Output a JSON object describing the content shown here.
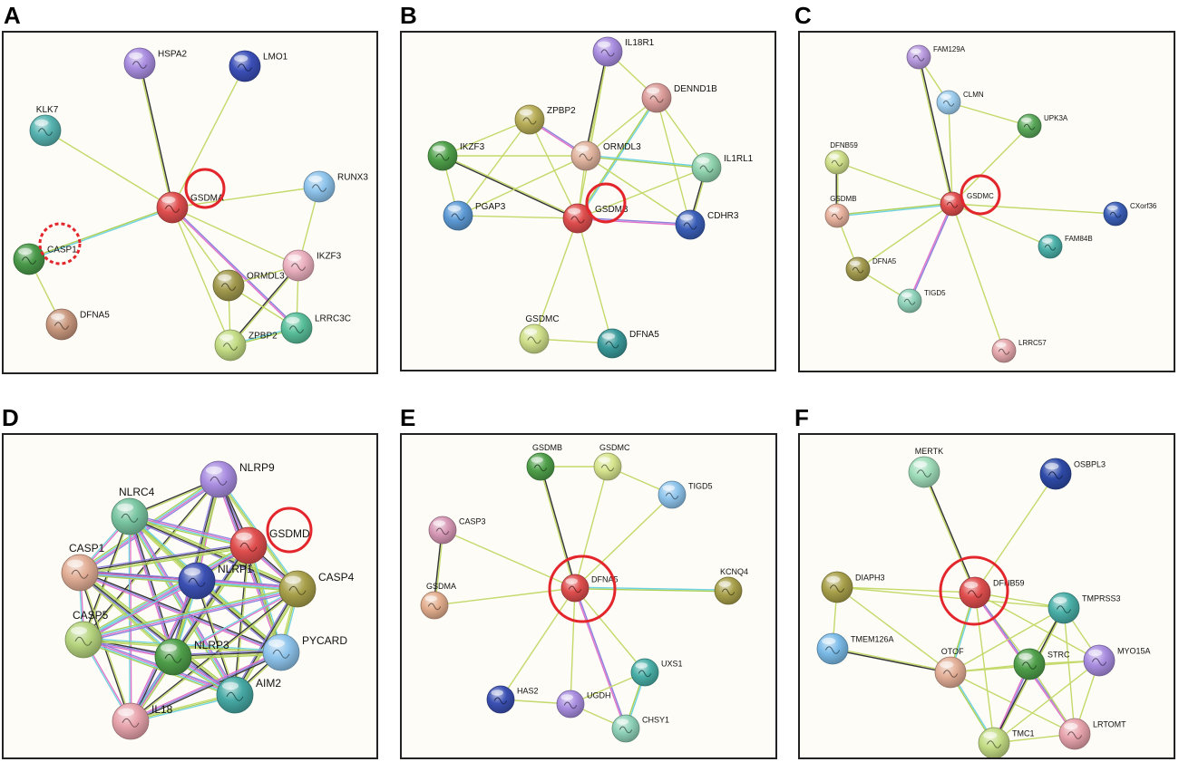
{
  "panels": [
    {
      "letter": "A",
      "nodes": [
        {
          "id": "HSPA2",
          "label": "HSPA2",
          "color": "#a98de0"
        },
        {
          "id": "LMO1",
          "label": "LMO1",
          "color": "#3b4fb8"
        },
        {
          "id": "KLK7",
          "label": "KLK7",
          "color": "#56b3b0"
        },
        {
          "id": "RUNX3",
          "label": "RUNX3",
          "color": "#8ec4ec"
        },
        {
          "id": "GSDMA",
          "label": "GSDMA",
          "color": "#e04e4e"
        },
        {
          "id": "CASP1",
          "label": "CASP1",
          "color": "#4a9a4a"
        },
        {
          "id": "IKZF3",
          "label": "IKZF3",
          "color": "#ebb0bf"
        },
        {
          "id": "ORMDL3",
          "label": "ORMDL3",
          "color": "#a29a4e"
        },
        {
          "id": "DFNA5",
          "label": "DFNA5",
          "color": "#c9987e"
        },
        {
          "id": "ZPBP2",
          "label": "ZPBP2",
          "color": "#c3dc84"
        },
        {
          "id": "LRRC3C",
          "label": "LRRC3C",
          "color": "#59bf9b"
        }
      ],
      "edges": [
        [
          "GSDMA",
          "HSPA2"
        ],
        [
          "GSDMA",
          "LMO1"
        ],
        [
          "GSDMA",
          "KLK7"
        ],
        [
          "GSDMA",
          "RUNX3"
        ],
        [
          "GSDMA",
          "CASP1"
        ],
        [
          "GSDMA",
          "IKZF3"
        ],
        [
          "GSDMA",
          "ORMDL3"
        ],
        [
          "GSDMA",
          "ZPBP2"
        ],
        [
          "GSDMA",
          "LRRC3C"
        ],
        [
          "CASP1",
          "DFNA5"
        ],
        [
          "IKZF3",
          "RUNX3"
        ],
        [
          "IKZF3",
          "ORMDL3"
        ],
        [
          "IKZF3",
          "ZPBP2"
        ],
        [
          "IKZF3",
          "LRRC3C"
        ],
        [
          "ORMDL3",
          "ZPBP2"
        ],
        [
          "ORMDL3",
          "LRRC3C"
        ],
        [
          "ZPBP2",
          "LRRC3C"
        ]
      ],
      "highlight": [
        {
          "node": "GSDMA",
          "style": "solid"
        },
        {
          "node": "CASP1",
          "style": "dashed"
        }
      ]
    },
    {
      "letter": "B",
      "nodes": [
        {
          "id": "IL18R1",
          "label": "IL18R1",
          "color": "#a98de0"
        },
        {
          "id": "DENND1B",
          "label": "DENND1B",
          "color": "#dc9d9a"
        },
        {
          "id": "ZPBP2",
          "label": "ZPBP2",
          "color": "#b8ae58"
        },
        {
          "id": "IKZF3",
          "label": "IKZF3",
          "color": "#4fa04a"
        },
        {
          "id": "ORMDL3",
          "label": "ORMDL3",
          "color": "#e1b49e"
        },
        {
          "id": "IL1RL1",
          "label": "IL1RL1",
          "color": "#8fd2ad"
        },
        {
          "id": "PGAP3",
          "label": "PGAP3",
          "color": "#5d9ad6"
        },
        {
          "id": "GSDMB",
          "label": "GSDMB",
          "color": "#e04e4e"
        },
        {
          "id": "CDHR3",
          "label": "CDHR3",
          "color": "#3b5fb8"
        },
        {
          "id": "GSDMC",
          "label": "GSDMC",
          "color": "#cfe08a"
        },
        {
          "id": "DFNA5",
          "label": "DFNA5",
          "color": "#3a9a9a"
        }
      ],
      "edges": [
        [
          "IL18R1",
          "ORMDL3"
        ],
        [
          "IL18R1",
          "GSDMB"
        ],
        [
          "IL18R1",
          "DENND1B"
        ],
        [
          "DENND1B",
          "ORMDL3"
        ],
        [
          "DENND1B",
          "GSDMB"
        ],
        [
          "DENND1B",
          "IL1RL1"
        ],
        [
          "DENND1B",
          "CDHR3"
        ],
        [
          "ZPBP2",
          "IKZF3"
        ],
        [
          "ZPBP2",
          "ORMDL3"
        ],
        [
          "ZPBP2",
          "GSDMB"
        ],
        [
          "ZPBP2",
          "PGAP3"
        ],
        [
          "IKZF3",
          "ORMDL3"
        ],
        [
          "IKZF3",
          "GSDMB"
        ],
        [
          "IKZF3",
          "PGAP3"
        ],
        [
          "ORMDL3",
          "GSDMB"
        ],
        [
          "ORMDL3",
          "PGAP3"
        ],
        [
          "ORMDL3",
          "IL1RL1"
        ],
        [
          "ORMDL3",
          "CDHR3"
        ],
        [
          "PGAP3",
          "GSDMB"
        ],
        [
          "GSDMB",
          "IL1RL1"
        ],
        [
          "GSDMB",
          "CDHR3"
        ],
        [
          "GSDMB",
          "GSDMC"
        ],
        [
          "GSDMB",
          "DFNA5"
        ],
        [
          "GSDMC",
          "DFNA5"
        ],
        [
          "IL1RL1",
          "CDHR3"
        ]
      ],
      "highlight": [
        {
          "node": "GSDMB",
          "style": "solid"
        }
      ]
    },
    {
      "letter": "C",
      "nodes": [
        {
          "id": "FAM129A",
          "label": "FAM129A",
          "color": "#b89adf"
        },
        {
          "id": "CLMN",
          "label": "CLMN",
          "color": "#9dcdee"
        },
        {
          "id": "UPK3A",
          "label": "UPK3A",
          "color": "#5aa85a"
        },
        {
          "id": "DFNB59",
          "label": "DFNB59",
          "color": "#cfe08a"
        },
        {
          "id": "GSDMC",
          "label": "GSDMC",
          "color": "#e04e4e"
        },
        {
          "id": "GSDMB",
          "label": "GSDMB",
          "color": "#e8b29e"
        },
        {
          "id": "CXorf36",
          "label": "CXorf36",
          "color": "#3b5fb8"
        },
        {
          "id": "FAM84B",
          "label": "FAM84B",
          "color": "#4ab0a8"
        },
        {
          "id": "DFNA5",
          "label": "DFNA5",
          "color": "#a29a4e"
        },
        {
          "id": "TIGD5",
          "label": "TIGD5",
          "color": "#8fd2b9"
        },
        {
          "id": "LRRC57",
          "label": "LRRC57",
          "color": "#e6a9ad"
        }
      ],
      "edges": [
        [
          "GSDMC",
          "FAM129A"
        ],
        [
          "GSDMC",
          "CLMN"
        ],
        [
          "GSDMC",
          "UPK3A"
        ],
        [
          "GSDMC",
          "DFNB59"
        ],
        [
          "GSDMC",
          "GSDMB"
        ],
        [
          "GSDMC",
          "CXorf36"
        ],
        [
          "GSDMC",
          "FAM84B"
        ],
        [
          "GSDMC",
          "DFNA5"
        ],
        [
          "GSDMC",
          "TIGD5"
        ],
        [
          "GSDMC",
          "LRRC57"
        ],
        [
          "CLMN",
          "UPK3A"
        ],
        [
          "FAM129A",
          "CLMN"
        ],
        [
          "DFNB59",
          "GSDMB"
        ],
        [
          "GSDMB",
          "DFNA5"
        ],
        [
          "DFNA5",
          "TIGD5"
        ]
      ],
      "highlight": [
        {
          "node": "GSDMC",
          "style": "solid"
        }
      ]
    },
    {
      "letter": "D",
      "nodes": [
        {
          "id": "NLRP9",
          "label": "NLRP9",
          "color": "#a98de0"
        },
        {
          "id": "NLRC4",
          "label": "NLRC4",
          "color": "#79c5a1"
        },
        {
          "id": "GSDMD",
          "label": "GSDMD",
          "color": "#e04e4e"
        },
        {
          "id": "CASP1",
          "label": "CASP1",
          "color": "#e2ae96"
        },
        {
          "id": "NLRP1",
          "label": "NLRP1",
          "color": "#3b50b3"
        },
        {
          "id": "CASP4",
          "label": "CASP4",
          "color": "#a8a04a"
        },
        {
          "id": "CASP5",
          "label": "CASP5",
          "color": "#b6d47e"
        },
        {
          "id": "PYCARD",
          "label": "PYCARD",
          "color": "#8ec4ec"
        },
        {
          "id": "NLRP3",
          "label": "NLRP3",
          "color": "#4f9f4a"
        },
        {
          "id": "AIM2",
          "label": "AIM2",
          "color": "#46a9a4"
        },
        {
          "id": "IL18",
          "label": "IL18",
          "color": "#e7a3ac"
        }
      ],
      "edges": [
        [
          "NLRP9",
          "NLRC4"
        ],
        [
          "NLRP9",
          "GSDMD"
        ],
        [
          "NLRP9",
          "CASP1"
        ],
        [
          "NLRP9",
          "NLRP1"
        ],
        [
          "NLRP9",
          "CASP4"
        ],
        [
          "NLRP9",
          "NLRP3"
        ],
        [
          "NLRP9",
          "CASP5"
        ],
        [
          "NLRP9",
          "PYCARD"
        ],
        [
          "NLRC4",
          "GSDMD"
        ],
        [
          "NLRC4",
          "CASP1"
        ],
        [
          "NLRC4",
          "NLRP1"
        ],
        [
          "NLRC4",
          "CASP4"
        ],
        [
          "NLRC4",
          "CASP5"
        ],
        [
          "NLRC4",
          "NLRP3"
        ],
        [
          "NLRC4",
          "AIM2"
        ],
        [
          "NLRC4",
          "IL18"
        ],
        [
          "NLRC4",
          "PYCARD"
        ],
        [
          "GSDMD",
          "CASP1"
        ],
        [
          "GSDMD",
          "NLRP1"
        ],
        [
          "GSDMD",
          "CASP4"
        ],
        [
          "GSDMD",
          "CASP5"
        ],
        [
          "GSDMD",
          "NLRP3"
        ],
        [
          "GSDMD",
          "PYCARD"
        ],
        [
          "GSDMD",
          "IL18"
        ],
        [
          "GSDMD",
          "AIM2"
        ],
        [
          "CASP1",
          "NLRP1"
        ],
        [
          "CASP1",
          "CASP4"
        ],
        [
          "CASP1",
          "CASP5"
        ],
        [
          "CASP1",
          "NLRP3"
        ],
        [
          "CASP1",
          "AIM2"
        ],
        [
          "CASP1",
          "IL18"
        ],
        [
          "CASP1",
          "PYCARD"
        ],
        [
          "NLRP1",
          "CASP4"
        ],
        [
          "NLRP1",
          "CASP5"
        ],
        [
          "NLRP1",
          "NLRP3"
        ],
        [
          "NLRP1",
          "PYCARD"
        ],
        [
          "NLRP1",
          "AIM2"
        ],
        [
          "NLRP1",
          "IL18"
        ],
        [
          "CASP4",
          "CASP5"
        ],
        [
          "CASP4",
          "NLRP3"
        ],
        [
          "CASP4",
          "PYCARD"
        ],
        [
          "CASP4",
          "AIM2"
        ],
        [
          "CASP4",
          "IL18"
        ],
        [
          "CASP5",
          "NLRP3"
        ],
        [
          "CASP5",
          "AIM2"
        ],
        [
          "CASP5",
          "IL18"
        ],
        [
          "CASP5",
          "PYCARD"
        ],
        [
          "PYCARD",
          "NLRP3"
        ],
        [
          "PYCARD",
          "AIM2"
        ],
        [
          "PYCARD",
          "IL18"
        ],
        [
          "NLRP3",
          "AIM2"
        ],
        [
          "NLRP3",
          "IL18"
        ],
        [
          "AIM2",
          "IL18"
        ]
      ],
      "highlight": [
        {
          "node": "GSDMD",
          "style": "solid"
        }
      ]
    },
    {
      "letter": "E",
      "nodes": [
        {
          "id": "GSDMB",
          "label": "GSDMB",
          "color": "#4fa04a"
        },
        {
          "id": "GSDMC",
          "label": "GSDMC",
          "color": "#d7e58e"
        },
        {
          "id": "TIGD5",
          "label": "TIGD5",
          "color": "#8ec4ec"
        },
        {
          "id": "CASP3",
          "label": "CASP3",
          "color": "#d799b6"
        },
        {
          "id": "DFNA5",
          "label": "DFNA5",
          "color": "#e04e4e"
        },
        {
          "id": "KCNQ4",
          "label": "KCNQ4",
          "color": "#a8a04a"
        },
        {
          "id": "GSDMA",
          "label": "GSDMA",
          "color": "#e3ae8e"
        },
        {
          "id": "UXS1",
          "label": "UXS1",
          "color": "#4ab0a8"
        },
        {
          "id": "HAS2",
          "label": "HAS2",
          "color": "#3b50b3"
        },
        {
          "id": "UGDH",
          "label": "UGDH",
          "color": "#a98de0"
        },
        {
          "id": "CHSY1",
          "label": "CHSY1",
          "color": "#8fd2b9"
        }
      ],
      "edges": [
        [
          "DFNA5",
          "GSDMB"
        ],
        [
          "DFNA5",
          "GSDMC"
        ],
        [
          "DFNA5",
          "TIGD5"
        ],
        [
          "DFNA5",
          "CASP3"
        ],
        [
          "DFNA5",
          "KCNQ4"
        ],
        [
          "DFNA5",
          "GSDMA"
        ],
        [
          "DFNA5",
          "UXS1"
        ],
        [
          "DFNA5",
          "UGDH"
        ],
        [
          "DFNA5",
          "CHSY1"
        ],
        [
          "DFNA5",
          "HAS2"
        ],
        [
          "GSDMB",
          "GSDMC"
        ],
        [
          "GSDMC",
          "TIGD5"
        ],
        [
          "CASP3",
          "GSDMA"
        ],
        [
          "UGDH",
          "UXS1"
        ],
        [
          "UGDH",
          "CHSY1"
        ],
        [
          "UGDH",
          "HAS2"
        ],
        [
          "UXS1",
          "CHSY1"
        ]
      ],
      "highlight": [
        {
          "node": "DFNA5",
          "style": "solid"
        }
      ]
    },
    {
      "letter": "F",
      "nodes": [
        {
          "id": "MERTK",
          "label": "MERTK",
          "color": "#9fdcb9"
        },
        {
          "id": "OSBPL3",
          "label": "OSBPL3",
          "color": "#2e4aa8"
        },
        {
          "id": "DIAPH3",
          "label": "DIAPH3",
          "color": "#a8a04a"
        },
        {
          "id": "DFNB59",
          "label": "DFNB59",
          "color": "#e04e4e"
        },
        {
          "id": "TMPRSS3",
          "label": "TMPRSS3",
          "color": "#4ab0a8"
        },
        {
          "id": "TMEM126A",
          "label": "TMEM126A",
          "color": "#7bbbe8"
        },
        {
          "id": "OTOF",
          "label": "OTOF",
          "color": "#e3ae96"
        },
        {
          "id": "STRC",
          "label": "STRC",
          "color": "#4f9f4a"
        },
        {
          "id": "MYO15A",
          "label": "MYO15A",
          "color": "#a98de0"
        },
        {
          "id": "TMC1",
          "label": "TMC1",
          "color": "#c3dc84"
        },
        {
          "id": "LRTOMT",
          "label": "LRTOMT",
          "color": "#e7a3ac"
        }
      ],
      "edges": [
        [
          "DFNB59",
          "MERTK"
        ],
        [
          "DFNB59",
          "OSBPL3"
        ],
        [
          "DFNB59",
          "DIAPH3"
        ],
        [
          "DFNB59",
          "TMPRSS3"
        ],
        [
          "DFNB59",
          "OTOF"
        ],
        [
          "DFNB59",
          "STRC"
        ],
        [
          "DFNB59",
          "MYO15A"
        ],
        [
          "DFNB59",
          "TMC1"
        ],
        [
          "DFNB59",
          "LRTOMT"
        ],
        [
          "DIAPH3",
          "TMEM126A"
        ],
        [
          "DIAPH3",
          "OTOF"
        ],
        [
          "DIAPH3",
          "TMPRSS3"
        ],
        [
          "TMEM126A",
          "OTOF"
        ],
        [
          "OTOF",
          "STRC"
        ],
        [
          "OTOF",
          "TMPRSS3"
        ],
        [
          "OTOF",
          "MYO15A"
        ],
        [
          "OTOF",
          "TMC1"
        ],
        [
          "OTOF",
          "LRTOMT"
        ],
        [
          "STRC",
          "TMPRSS3"
        ],
        [
          "STRC",
          "MYO15A"
        ],
        [
          "STRC",
          "TMC1"
        ],
        [
          "STRC",
          "LRTOMT"
        ],
        [
          "TMPRSS3",
          "MYO15A"
        ],
        [
          "TMPRSS3",
          "LRTOMT"
        ],
        [
          "TMPRSS3",
          "TMC1"
        ],
        [
          "MYO15A",
          "LRTOMT"
        ],
        [
          "MYO15A",
          "TMC1"
        ],
        [
          "TMC1",
          "LRTOMT"
        ]
      ],
      "highlight": [
        {
          "node": "DFNB59",
          "style": "solid"
        }
      ]
    }
  ]
}
